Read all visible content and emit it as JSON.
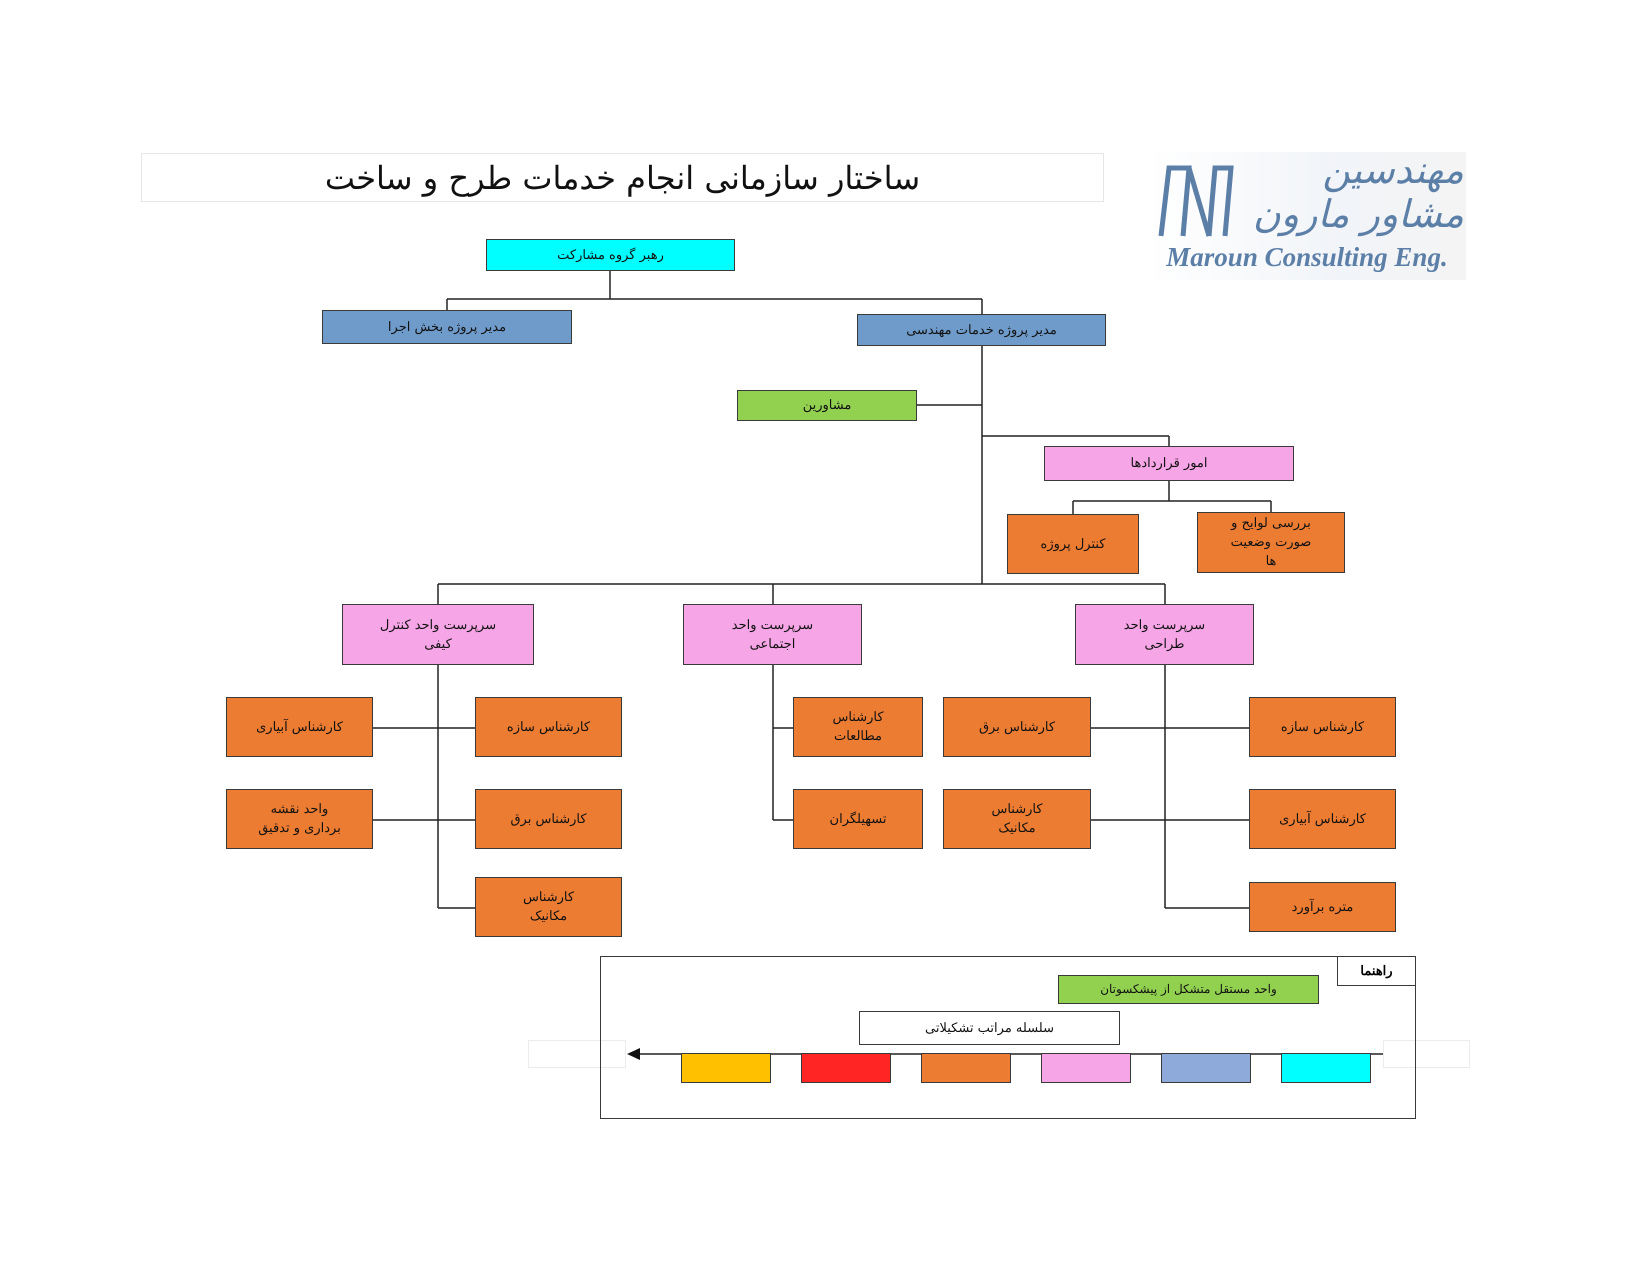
{
  "title": "ساختار سازمانی انجام خدمات طرح و ساخت",
  "logo": {
    "persian_text": "مهندسین مشاور مارون",
    "english_text": "Maroun Consulting Eng."
  },
  "colors": {
    "leader": "#00ffff",
    "manager": "#6f9bcb",
    "advisor": "#92d050",
    "supervisor": "#f6a5e6",
    "expert": "#ec7c32",
    "legend_yellow": "#ffc000",
    "legend_red": "#ff2525",
    "legend_blue": "#8eaadb"
  },
  "nodes": {
    "leader": "رهبر گروه مشارکت",
    "exec_manager": "مدیر پروژه  بخش اجرا",
    "eng_manager": "مدیر پروژه خدمات مهندسی",
    "advisors": "مشاورین",
    "contracts": "امور قراردادها",
    "project_control": "کنترل پروژه",
    "bills_review": "بررسی لوایح و\nصورت وضعیت\nها",
    "qc_supervisor": "سرپرست واحد کنترل\nکیفی",
    "social_supervisor": "سرپرست واحد\nاجتماعی",
    "design_supervisor": "سرپرست واحد\nطراحی",
    "qc_irrigation": "کارشناس آبیاری",
    "qc_structure": "کارشناس سازه",
    "qc_survey": "واحد نقشه\nبرداری و تدقیق",
    "qc_electrical": "کارشناس برق",
    "qc_mechanical": "کارشناس\nمکانیک",
    "social_studies": "کارشناس\nمطالعات",
    "social_facilitators": "تسهیلگران",
    "design_electrical": "کارشناس برق",
    "design_structure": "کارشناس سازه",
    "design_mechanical": "کارشناس\nمکانیک",
    "design_irrigation": "کارشناس آبیاری",
    "design_estimator": "متره برآورد"
  },
  "legend": {
    "title": "راهنما",
    "independent_unit": "واحد مستقل متشکل از پیشکسوتان",
    "hierarchy": "سلسله مراتب تشکیلاتی"
  }
}
